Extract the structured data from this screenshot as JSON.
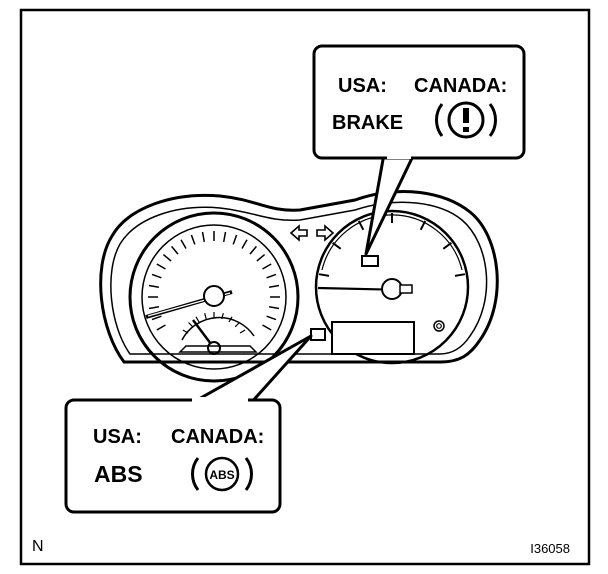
{
  "callout_top": {
    "usa_label": "USA:",
    "canada_label": "CANADA:",
    "usa_text": "BRAKE",
    "canada_icon": "brake-warning-icon",
    "canada_icon_glyph": "(!)"
  },
  "callout_bottom": {
    "usa_label": "USA:",
    "canada_label": "CANADA:",
    "usa_text": "ABS",
    "canada_icon": "abs-warning-icon",
    "canada_icon_text": "ABS"
  },
  "corner_left": "N",
  "figure_code": "I36058",
  "colors": {
    "line": "#000000",
    "background": "#ffffff"
  }
}
